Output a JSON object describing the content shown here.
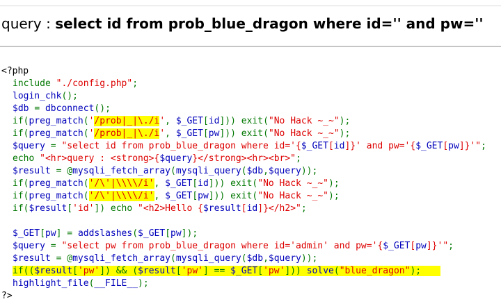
{
  "query": {
    "label": "query : ",
    "sql": "select id from prob_blue_dragon where id='' and pw=''"
  },
  "code": {
    "open_tag": "<?php",
    "close_tag": "?>",
    "lines": {
      "l1": [
        "include \"./config.php\";"
      ],
      "l2": [
        "login_chk();"
      ],
      "l3": [
        "$db = dbconnect();"
      ],
      "l4": [
        "if(preg_match('",
        "/prob|_|\\./i",
        "', $_GET[id])) exit(\"No Hack ~_~\");"
      ],
      "l5": [
        "if(preg_match('",
        "/prob|_|\\./i",
        "', $_GET[pw])) exit(\"No Hack ~_~\");"
      ],
      "l6": [
        "$query = \"select id from prob_blue_dragon where id='{$_GET[id]}' and pw='{$_GET[pw]}'\";"
      ],
      "l7": [
        "echo \"<hr>query : <strong>{$query}</strong><hr><br>\";"
      ],
      "l8": [
        "$result = @mysqli_fetch_array(mysqli_query($db,$query));"
      ],
      "l9": [
        "if(preg_match(",
        "'/\\'|\\\\\\\\/i'",
        ", $_GET[id])) exit(\"No Hack ~_~\");"
      ],
      "l10": [
        "if(preg_match(",
        "'/\\'|\\\\\\\\/i'",
        ", $_GET[pw])) exit(\"No Hack ~_~\");"
      ],
      "l11": [
        "if($result['id']) echo \"<h2>Hello {$result[id]}</h2>\";"
      ],
      "l12": [
        "$_GET[pw] = addslashes($_GET[pw]);"
      ],
      "l13": [
        "$query = \"select pw from prob_blue_dragon where id='admin' and pw='{$_GET[pw]}'\";"
      ],
      "l14": [
        "$result = @mysqli_fetch_array(mysqli_query($db,$query));"
      ],
      "l15": [
        "if(($result['pw']) && ($result['pw'] == $_GET['pw'])) solve(\"blue_dragon\");"
      ],
      "l16": [
        "highlight_file(__FILE__);"
      ]
    }
  },
  "colors": {
    "keyword": "#007700",
    "identifier": "#0000BB",
    "string": "#DD0000",
    "highlight": "#ffff00"
  }
}
